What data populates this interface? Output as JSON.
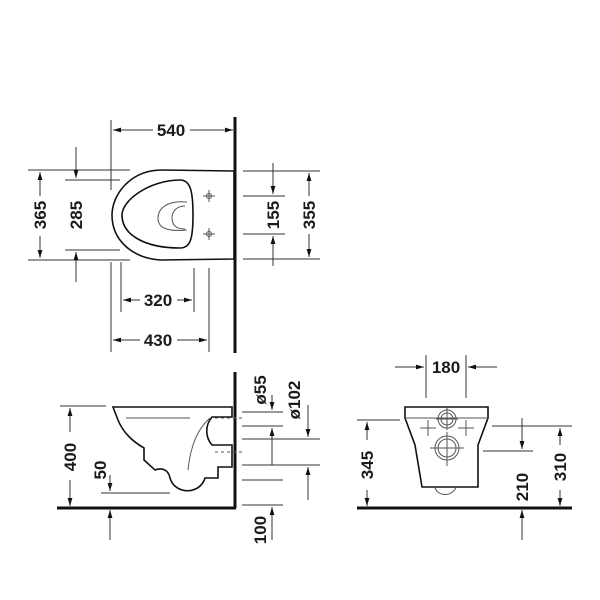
{
  "diagram": {
    "type": "technical-dimension-drawing",
    "subject": "wall-hung toilet",
    "units_implied": "mm",
    "colors": {
      "line": "#111111",
      "background": "#ffffff"
    },
    "views": {
      "top": {
        "dimensions": {
          "overall_length": "540",
          "overall_width": "365",
          "seat_opening_width": "285",
          "fixing_spacing": "155",
          "rear_width": "355",
          "opening_length": "320",
          "front_to_fixing": "430"
        }
      },
      "side": {
        "dimensions": {
          "rim_height": "400",
          "bowl_bottom_clearance": "50",
          "water_inlet_diameter": "ø55",
          "outlet_diameter": "ø102",
          "floor_gap": "100"
        }
      },
      "front": {
        "dimensions": {
          "fixing_centers": "180",
          "fixing_height": "345",
          "outlet_center_height": "210",
          "inlet_height": "310"
        }
      }
    }
  }
}
